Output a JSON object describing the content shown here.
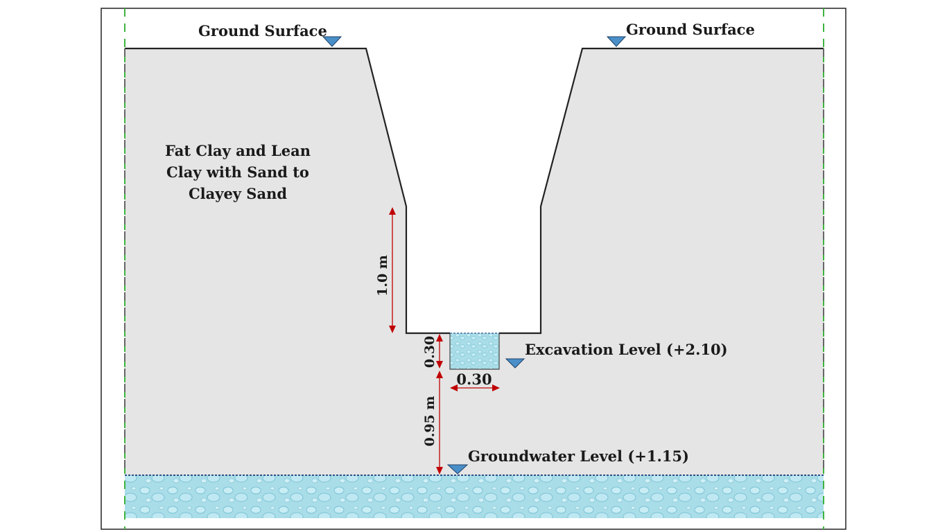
{
  "labels": {
    "ground_surface_left": "Ground Surface",
    "ground_surface_right": "Ground Surface",
    "soil_line1": "Fat Clay and Lean",
    "soil_line2": "Clay with Sand to",
    "soil_line3": "Clayey Sand",
    "excavation_level": "Excavation  Level (+2.10)",
    "groundwater_level": "Groundwater Level (+1.15)"
  },
  "dimensions": {
    "depth_1": "1.0 m",
    "pit_depth": "0.30",
    "pit_width": "0.30",
    "depth_2": "0.95 m"
  },
  "colors": {
    "soil": "#e5e5e5",
    "water": "#a9dde8",
    "water_dark": "#7fc4d6",
    "dimension": "#c00000",
    "marker": "#4a8fc8",
    "border_dash": "#3db43d",
    "outline": "#222222"
  }
}
